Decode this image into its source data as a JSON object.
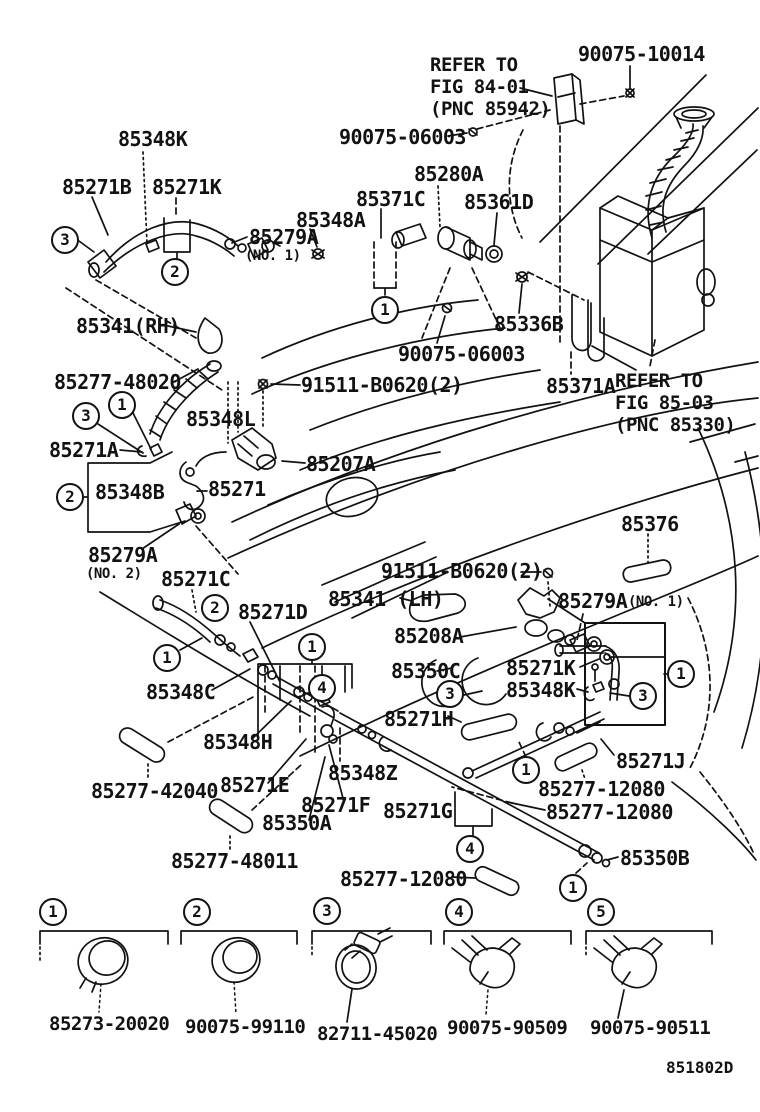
{
  "diagram": {
    "code": "851802D",
    "colors": {
      "ink": "#121212",
      "background": "#ffffff"
    },
    "notes": {
      "note1": {
        "line1": "REFER TO",
        "line2": "FIG 84-01",
        "line3": "(PNC 85942)"
      },
      "note2": {
        "line1": "REFER TO",
        "line2": "FIG 85-03",
        "line3": "(PNC 85330)"
      }
    },
    "labels": {
      "p90075_10014": "90075-10014",
      "p90075_06003_top": "90075-06003",
      "p85348k_top": "85348K",
      "p85280a": "85280A",
      "p85271b": "85271B",
      "p85271k_top": "85271K",
      "p85371c": "85371C",
      "p85361d": "85361D",
      "p85348a": "85348A",
      "p85279a_no1_top": "85279A",
      "p85279a_no1_top_sub": "(NO. 1)",
      "p85341rh": "85341(RH)",
      "p85336b": "85336B",
      "p90075_06003_mid": "90075-06003",
      "p85371a": "85371A",
      "p85277_48020": "85277-48020",
      "p91511_b0620_left": "91511-B0620(2)",
      "p85348l": "85348L",
      "p85271a": "85271A",
      "p85207a": "85207A",
      "p85348b": "85348B",
      "p85271": "85271",
      "p85279a_no2": "85279A",
      "p85279a_no2_sub": "(NO. 2)",
      "p85376": "85376",
      "p85271c": "85271C",
      "p91511_b0620_mid": "91511-B0620(2)",
      "p85341lh": "85341 (LH)",
      "p85279a_no1_mid": "85279A",
      "p85279a_no1_mid_sub": "(NO. 1)",
      "p85271d": "85271D",
      "p85208a": "85208A",
      "p85350c": "85350C",
      "p85271k_mid": "85271K",
      "p85348c": "85348C",
      "p85348k_mid": "85348K",
      "p85271h": "85271H",
      "p85348h": "85348H",
      "p85271j": "85271J",
      "p85348z": "85348Z",
      "p85277_42040": "85277-42040",
      "p85271e": "85271E",
      "p85271f": "85271F",
      "p85350a": "85350A",
      "p85271g": "85271G",
      "p85277_12080_a": "85277-12080",
      "p85277_12080_b": "85277-12080",
      "p85277_48011": "85277-48011",
      "p85277_12080_c": "85277-12080",
      "p85350b": "85350B"
    },
    "callouts": {
      "c01": "3",
      "c02": "2",
      "c03": "1",
      "c04": "3",
      "c05": "1",
      "c06": "2",
      "c07": "2",
      "c08": "1",
      "c09": "1",
      "c10": "4",
      "c11": "3",
      "c12": "1",
      "c13": "3",
      "c14": "1",
      "c15": "4",
      "c16": "1"
    },
    "legend": {
      "items": [
        {
          "num": "1",
          "part": "85273-20020"
        },
        {
          "num": "2",
          "part": "90075-99110"
        },
        {
          "num": "3",
          "part": "82711-45020"
        },
        {
          "num": "4",
          "part": "90075-90509"
        },
        {
          "num": "5",
          "part": "90075-90511"
        }
      ]
    }
  }
}
